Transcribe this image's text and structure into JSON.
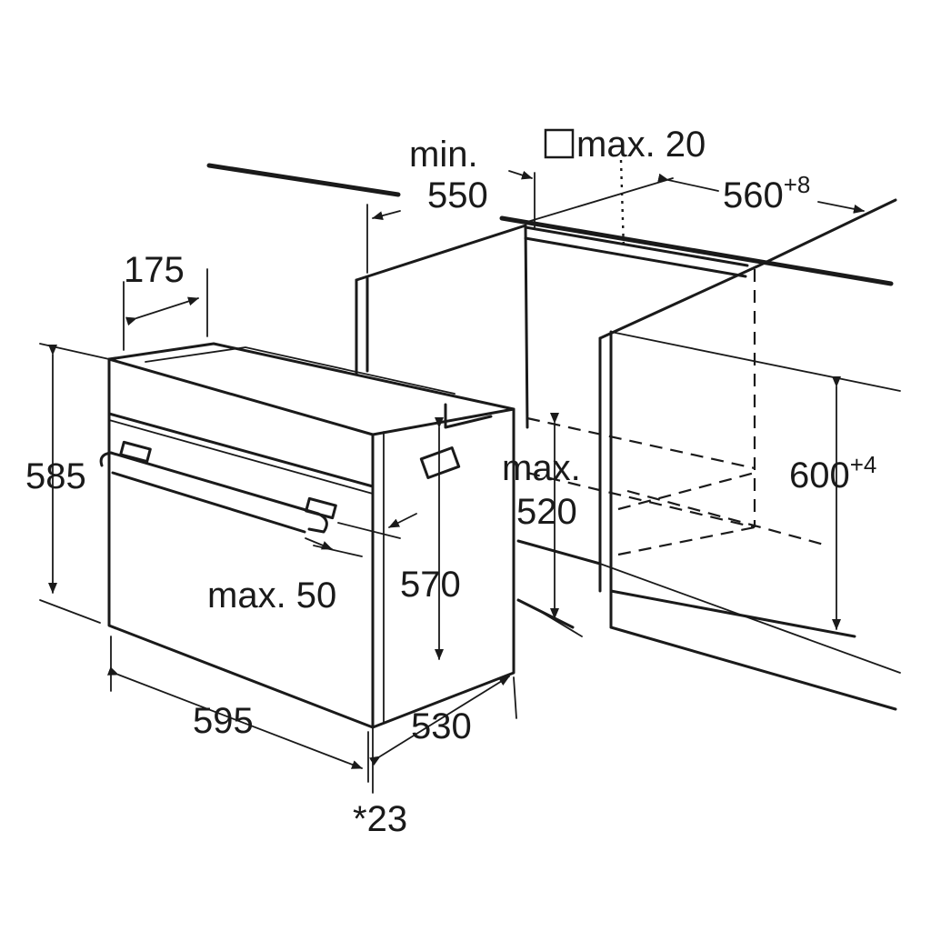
{
  "dimensions": {
    "min_label": "min.",
    "min_value": "550",
    "square_max": "max. 20",
    "width_opening": "560",
    "width_opening_tol": "+8",
    "depth_front": "175",
    "height_oven": "585",
    "height_opening": "600",
    "height_opening_tol": "+4",
    "max_520_label": "max.",
    "max_520_value": "520",
    "height_body": "570",
    "handle_gap": "max. 50",
    "width_oven": "595",
    "depth_body": "530",
    "footnote": "*23"
  }
}
